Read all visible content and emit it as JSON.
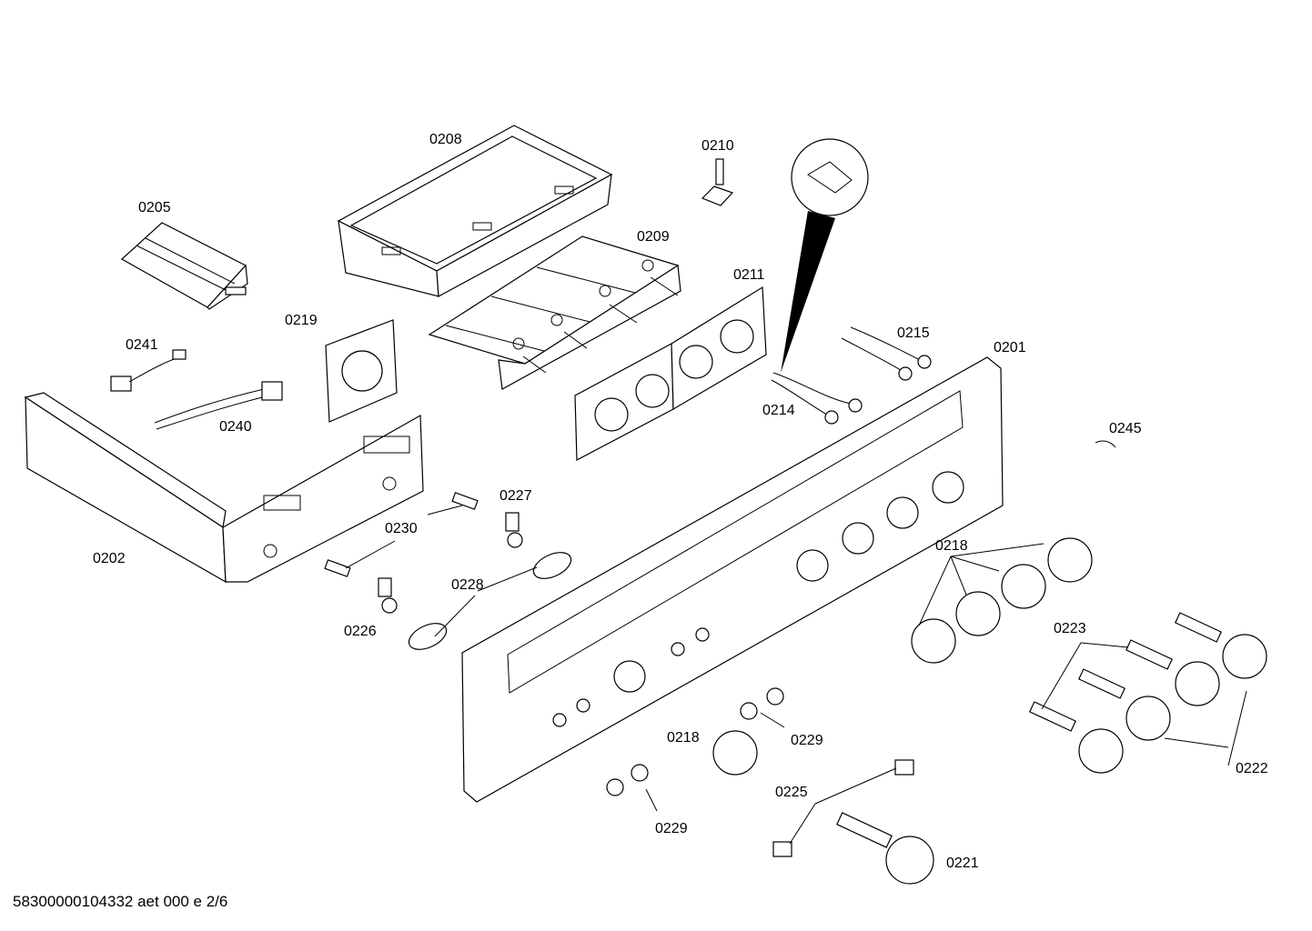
{
  "labels": {
    "0201": "0201",
    "0202": "0202",
    "0205": "0205",
    "0208": "0208",
    "0209": "0209",
    "0210": "0210",
    "0211": "0211",
    "0214": "0214",
    "0215": "0215",
    "0218a": "0218",
    "0218b": "0218",
    "0219": "0219",
    "0221": "0221",
    "0222": "0222",
    "0223": "0223",
    "0225": "0225",
    "0226": "0226",
    "0227": "0227",
    "0228": "0228",
    "0229a": "0229",
    "0229b": "0229",
    "0230": "0230",
    "0240": "0240",
    "0241": "0241",
    "0245": "0245"
  },
  "footer": "58300000104332 aet 000 e 2/6"
}
